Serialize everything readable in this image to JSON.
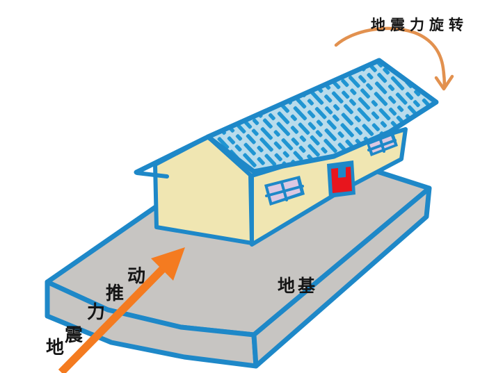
{
  "labels": {
    "rotation": "地震力旋转",
    "foundation": "地基",
    "push_chars": [
      "地",
      "震",
      "力",
      "推",
      "动"
    ],
    "push_reading": "地震力推动"
  },
  "icons": {
    "push_arrow": "straight-arrow-up-right",
    "rotation_arrow": "curved-arrow-down"
  },
  "colors": {
    "background": "#ffffff",
    "outline_blue": "#1e88c8",
    "roof_fill": "#b9dcec",
    "roof_hatch": "#2095d2",
    "wall_cream": "#f0e6b2",
    "slab_gray": "#c7c5c2",
    "door_red": "#e8151d",
    "window_lavender": "#dcc8e2",
    "push_arrow_orange": "#f47b20",
    "rotation_arrow_orange": "#e2914f",
    "text": "#151515"
  }
}
